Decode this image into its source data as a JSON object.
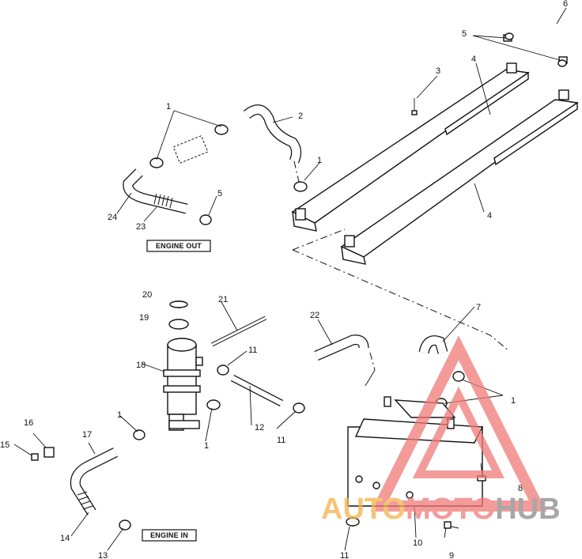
{
  "labels": {
    "engine_out": "ENGINE OUT",
    "engine_in": "ENGINE IN"
  },
  "callouts": {
    "c1a": "1",
    "c2": "2",
    "c3": "3",
    "c4a": "4",
    "c4b": "4",
    "c5a": "5",
    "c6": "6",
    "c1b": "1",
    "c24": "24",
    "c23": "23",
    "c5b": "5",
    "c20": "20",
    "c19": "19",
    "c21": "21",
    "c22": "22",
    "c7": "7",
    "c18": "18",
    "c11a": "11",
    "c12": "12",
    "c11b": "11",
    "c1c": "1",
    "c1d": "1",
    "c1e": "1",
    "c16": "16",
    "c15": "15",
    "c17": "17",
    "c14": "14",
    "c13": "13",
    "c8": "8",
    "c10": "10",
    "c11c": "11",
    "c9": "9"
  },
  "watermark": {
    "text_auto": "AUTO",
    "text_moto": "MOTO",
    "text_hub": "HUB",
    "color_red": "#f07a78",
    "color_orange": "#f5b14a",
    "color_grey": "#8a8a8a"
  }
}
